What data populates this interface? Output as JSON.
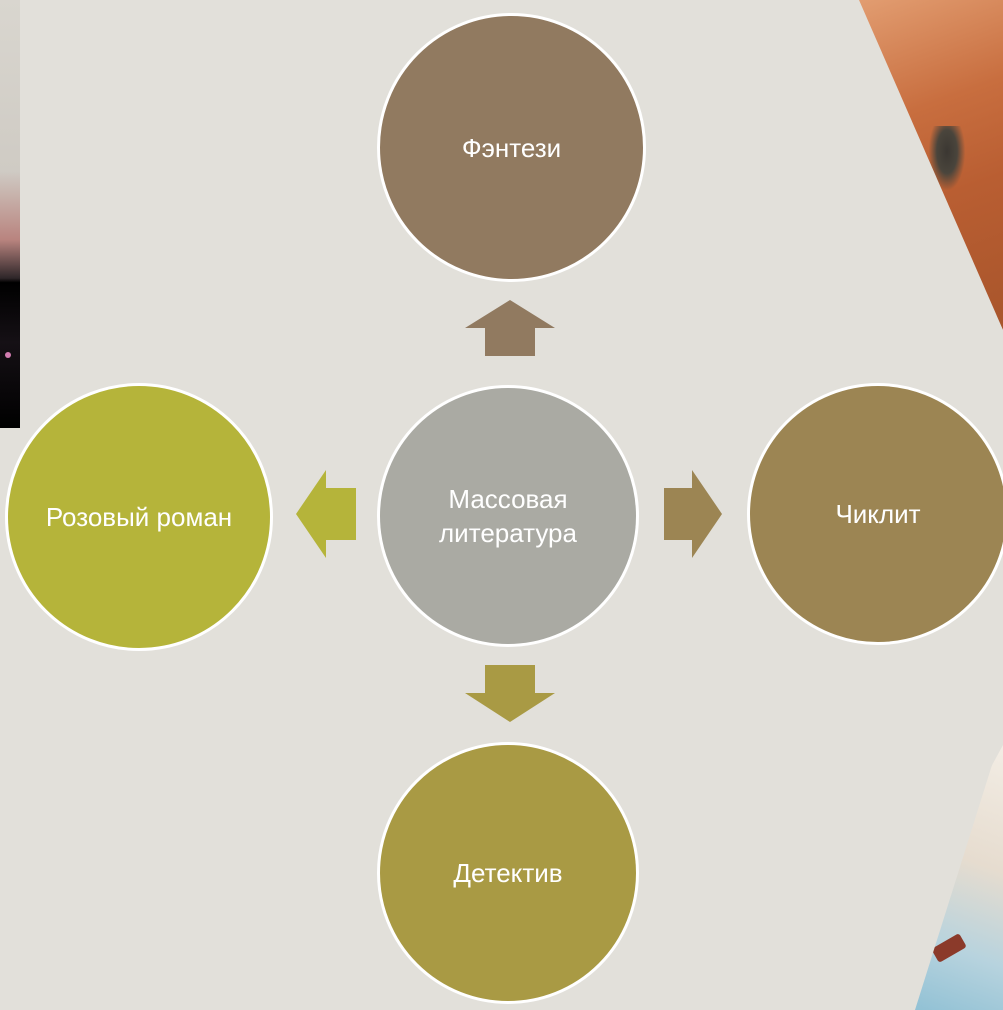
{
  "diagram": {
    "center": {
      "label": "Массовая литература",
      "color": "#aaaaa3"
    },
    "nodes": {
      "top": {
        "label": "Фэнтези",
        "color": "#917a60"
      },
      "left": {
        "label": "Розовый роман",
        "color": "#b5b43a"
      },
      "right": {
        "label": "Чиклит",
        "color": "#9c8553"
      },
      "bottom": {
        "label": "Детектив",
        "color": "#a99a44"
      }
    },
    "arrows": {
      "top": {
        "color": "#917a60"
      },
      "left": {
        "color": "#b5b43a"
      },
      "right": {
        "color": "#9c8553"
      },
      "bottom": {
        "color": "#a99a44"
      }
    }
  },
  "background": {
    "color": "#e2e0da"
  }
}
